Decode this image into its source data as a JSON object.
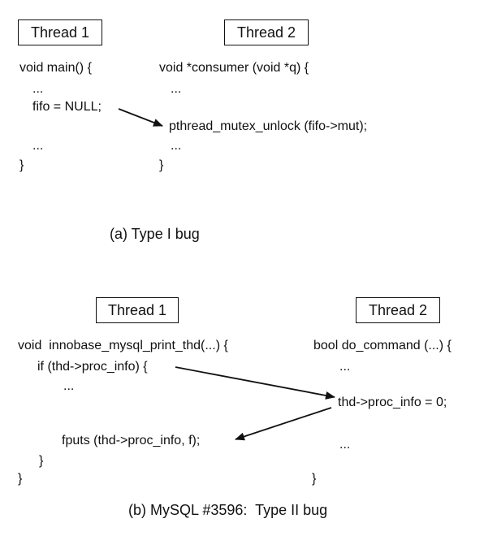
{
  "panel_a": {
    "thread1_label": "Thread 1",
    "thread2_label": "Thread 2",
    "thread1_lines": [
      "void main() {",
      "...",
      "fifo = NULL;",
      "...",
      "}"
    ],
    "thread2_lines": [
      "void *consumer (void *q) {",
      "...",
      "pthread_mutex_unlock (fifo->mut);",
      "...",
      "}"
    ],
    "caption": "(a) Type I bug"
  },
  "panel_b": {
    "thread1_label": "Thread 1",
    "thread2_label": "Thread 2",
    "thread1_lines": [
      "void  innobase_mysql_print_thd(...) {",
      "if (thd->proc_info) {",
      "...",
      "fputs (thd->proc_info, f);",
      "}",
      "}"
    ],
    "thread2_lines": [
      "bool do_command (...) {",
      "...",
      "thd->proc_info = 0;",
      "...",
      "}"
    ],
    "caption": "(b) MySQL #3596:  Type II bug"
  }
}
